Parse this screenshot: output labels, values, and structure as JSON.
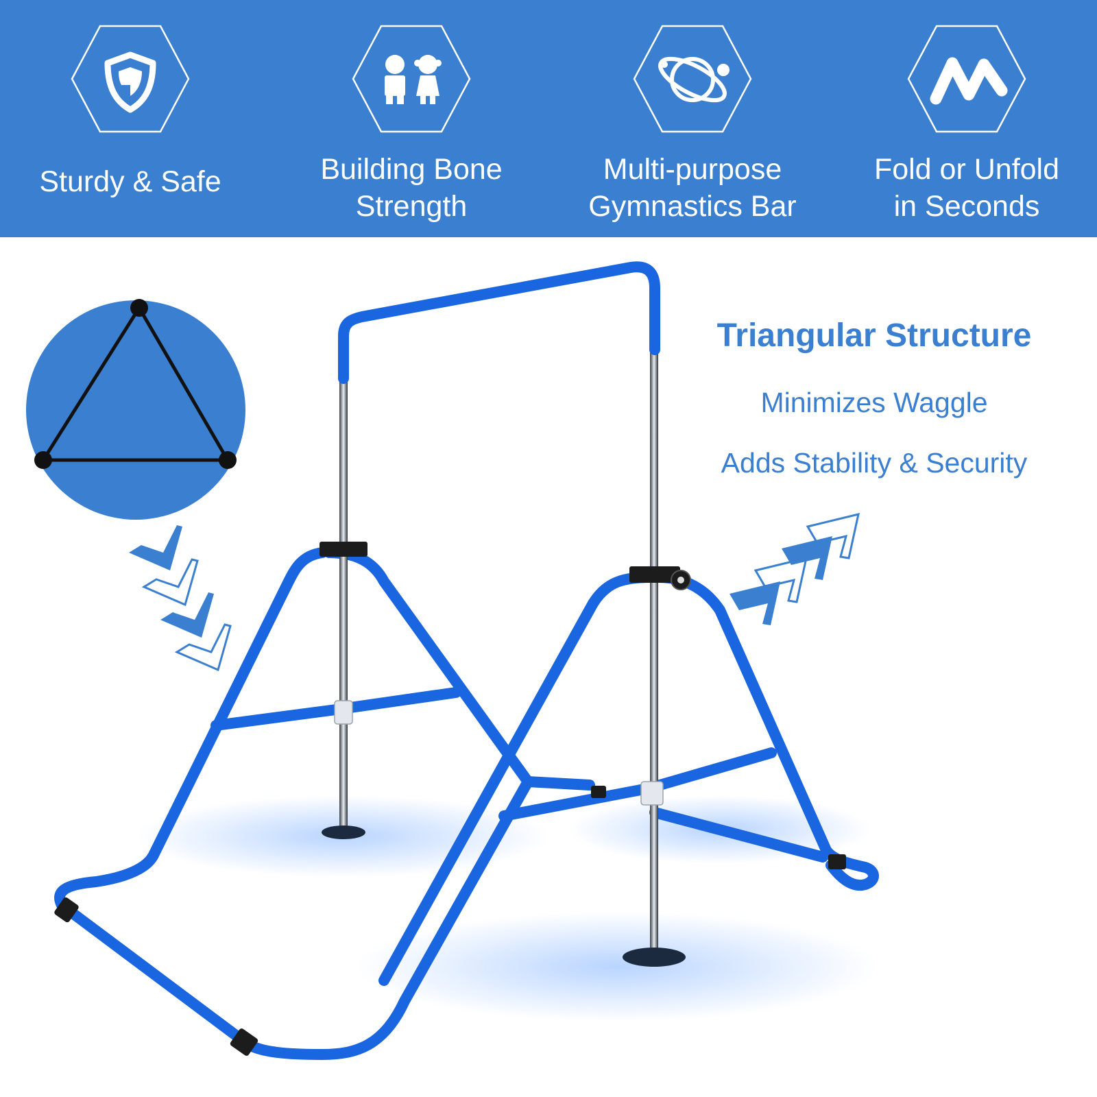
{
  "colors": {
    "brand_blue": "#3a7fd0",
    "bar_blue": "#1a66e0",
    "text_white": "#ffffff",
    "foam_black": "#1c1c1c",
    "steel": "#9aa3ad"
  },
  "features": [
    {
      "icon": "shield-icon",
      "lines": [
        "Sturdy & Safe"
      ]
    },
    {
      "icon": "children-icon",
      "lines": [
        "Building Bone",
        "Strength"
      ]
    },
    {
      "icon": "orbit-icon",
      "lines": [
        "Multi-purpose",
        "Gymnastics Bar"
      ]
    },
    {
      "icon": "fold-m-icon",
      "lines": [
        "Fold or Unfold",
        "in Seconds"
      ]
    }
  ],
  "structure": {
    "title": "Triangular Structure",
    "benefits": [
      "Minimizes Waggle",
      "Adds Stability & Security"
    ]
  }
}
